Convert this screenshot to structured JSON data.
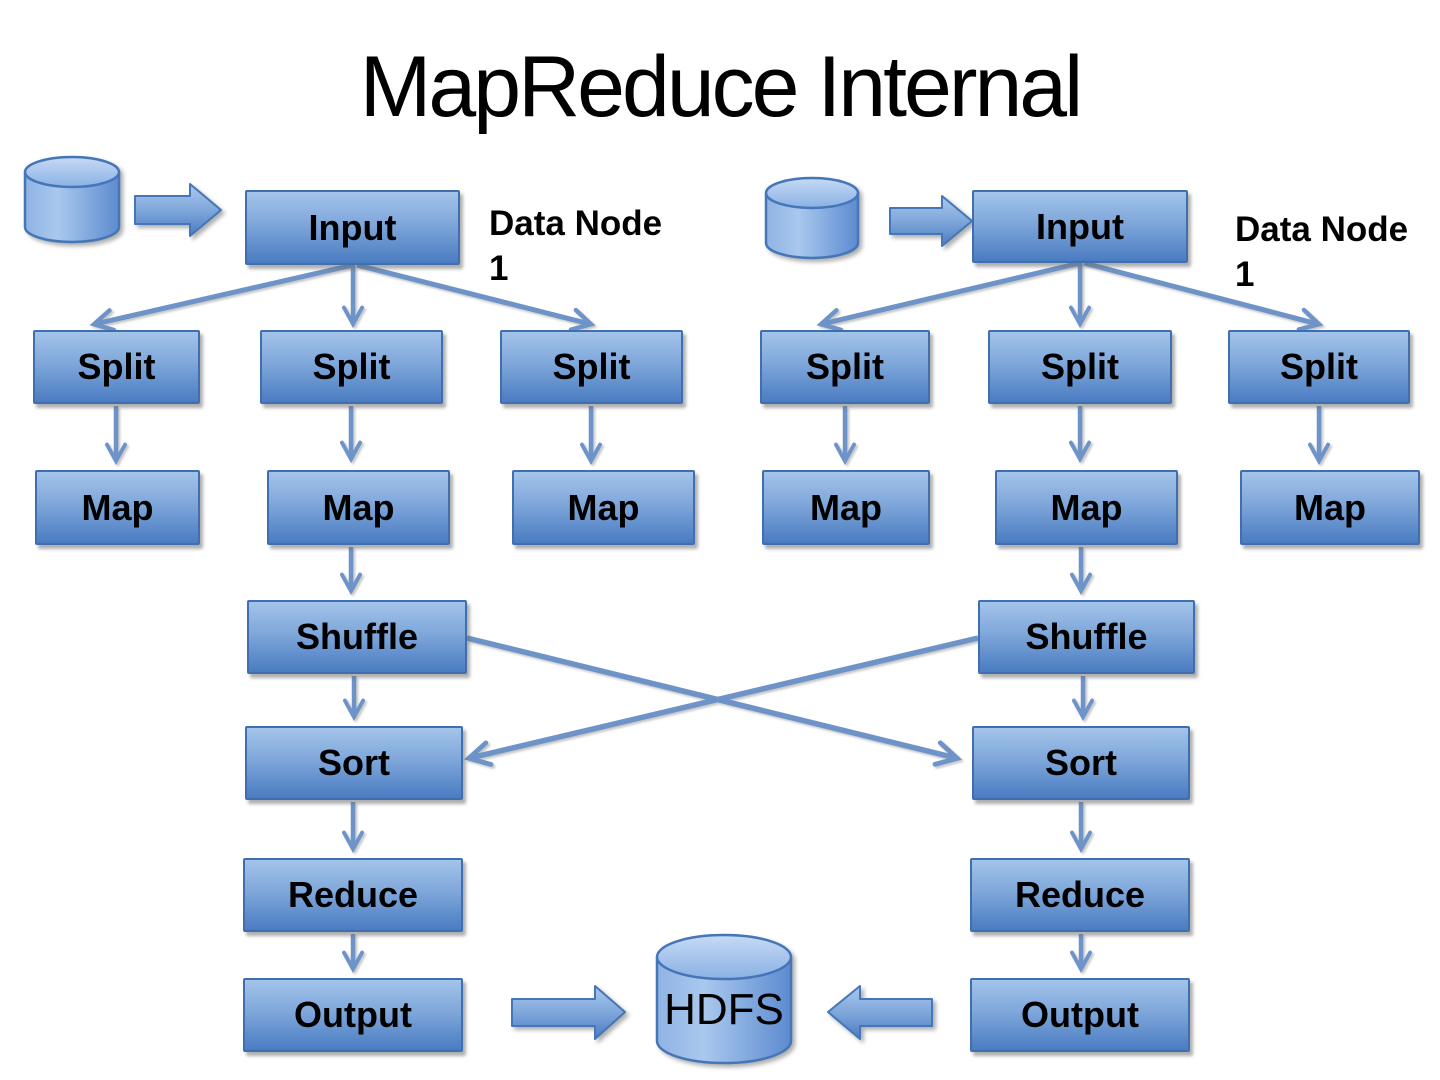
{
  "title": "MapReduce Internal",
  "left": {
    "data_node": "Data Node 1",
    "input": "Input",
    "splits": [
      "Split",
      "Split",
      "Split"
    ],
    "maps": [
      "Map",
      "Map",
      "Map"
    ],
    "shuffle": "Shuffle",
    "sort": "Sort",
    "reduce": "Reduce",
    "output": "Output"
  },
  "right": {
    "data_node": "Data Node 1",
    "input": "Input",
    "splits": [
      "Split",
      "Split",
      "Split"
    ],
    "maps": [
      "Map",
      "Map",
      "Map"
    ],
    "shuffle": "Shuffle",
    "sort": "Sort",
    "reduce": "Reduce",
    "output": "Output"
  },
  "hdfs": "HDFS",
  "colors": {
    "box_gradient_top": "#a3c4ea",
    "box_gradient_bottom": "#4a7cc2",
    "box_border": "#3f6fae",
    "connector": "#6d93c8",
    "text": "#000000",
    "background": "#ffffff"
  }
}
